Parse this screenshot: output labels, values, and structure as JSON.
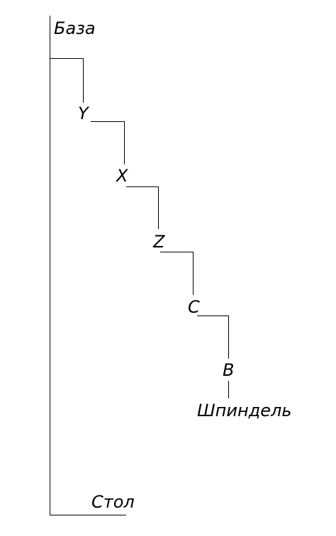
{
  "diagram": {
    "labels": {
      "base": "База",
      "y": "Y",
      "x": "X",
      "z": "Z",
      "c": "C",
      "b": "B",
      "spindle": "Шпиндель",
      "table": "Стол"
    }
  }
}
